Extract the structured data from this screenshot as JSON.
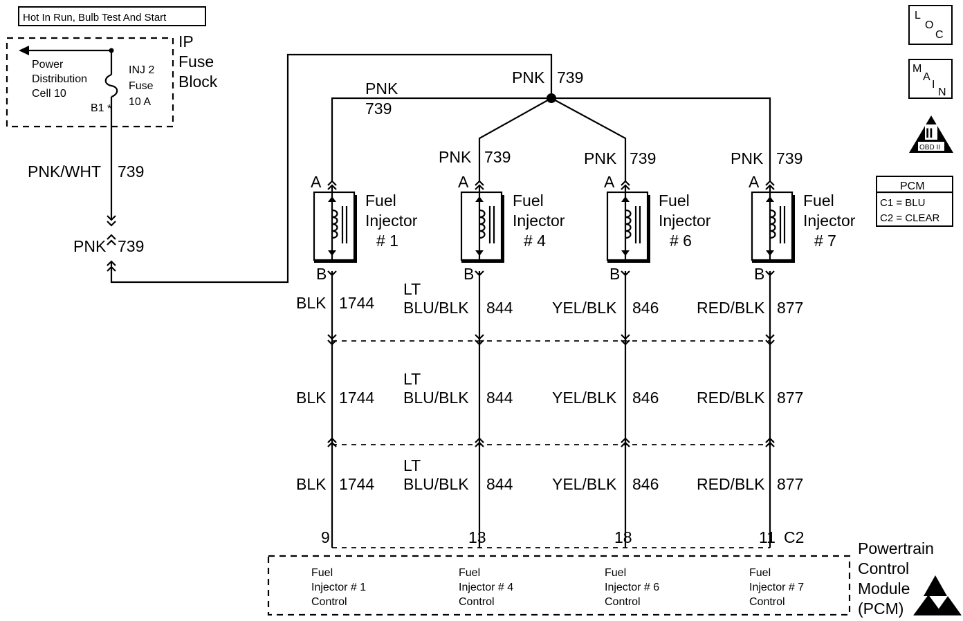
{
  "header": {
    "title": "Hot In Run, Bulb Test And Start"
  },
  "fuse_block": {
    "name_lines": [
      "IP",
      "Fuse",
      "Block"
    ],
    "source_lines": [
      "Power",
      "Distribution",
      "Cell 10"
    ],
    "fuse_lines": [
      "INJ 2",
      "Fuse",
      "10 A"
    ],
    "terminal": "B1"
  },
  "feed": {
    "upper_color": "PNK/WHT",
    "upper_circuit": "739",
    "lower_color": "PNK",
    "lower_circuit": "739",
    "splice_color": "PNK",
    "splice_circuit": "739"
  },
  "injectors": [
    {
      "name_lines": [
        "Fuel",
        "Injector",
        "# 1"
      ],
      "feed_color": "PNK",
      "feed_circuit": "739",
      "term_a": "A",
      "term_b": "B",
      "ctrl_color": "BLK",
      "ctrl_circuit": "1744",
      "ctrl_prefix": "",
      "pcm_pin": "9",
      "pcm_label_lines": [
        "Fuel",
        "Injector # 1",
        "Control"
      ]
    },
    {
      "name_lines": [
        "Fuel",
        "Injector",
        "# 4"
      ],
      "feed_color": "PNK",
      "feed_circuit": "739",
      "term_a": "A",
      "term_b": "B",
      "ctrl_color": "BLU/BLK",
      "ctrl_circuit": "844",
      "ctrl_prefix": "LT",
      "pcm_pin": "13",
      "pcm_label_lines": [
        "Fuel",
        "Injector # 4",
        "Control"
      ]
    },
    {
      "name_lines": [
        "Fuel",
        "Injector",
        "# 6"
      ],
      "feed_color": "PNK",
      "feed_circuit": "739",
      "term_a": "A",
      "term_b": "B",
      "ctrl_color": "YEL/BLK",
      "ctrl_circuit": "846",
      "ctrl_prefix": "",
      "pcm_pin": "18",
      "pcm_label_lines": [
        "Fuel",
        "Injector # 6",
        "Control"
      ]
    },
    {
      "name_lines": [
        "Fuel",
        "Injector",
        "# 7"
      ],
      "feed_color": "PNK",
      "feed_circuit": "739",
      "term_a": "A",
      "term_b": "B",
      "ctrl_color": "RED/BLK",
      "ctrl_circuit": "877",
      "ctrl_prefix": "",
      "pcm_pin": "11",
      "pcm_label_lines": [
        "Fuel",
        "Injector # 7",
        "Control"
      ]
    }
  ],
  "pcm": {
    "connector": "C2",
    "name_lines": [
      "Powertrain",
      "Control",
      "Module",
      "(PCM)"
    ]
  },
  "legend": {
    "loc_letters": [
      "L",
      "O",
      "C"
    ],
    "main_letters": [
      "M",
      "A",
      "I",
      "N"
    ],
    "obd_roman": "II",
    "obd_text": "OBD II",
    "pcm_table": {
      "title": "PCM",
      "rows": [
        "C1 = BLU",
        "C2 = CLEAR"
      ]
    }
  }
}
